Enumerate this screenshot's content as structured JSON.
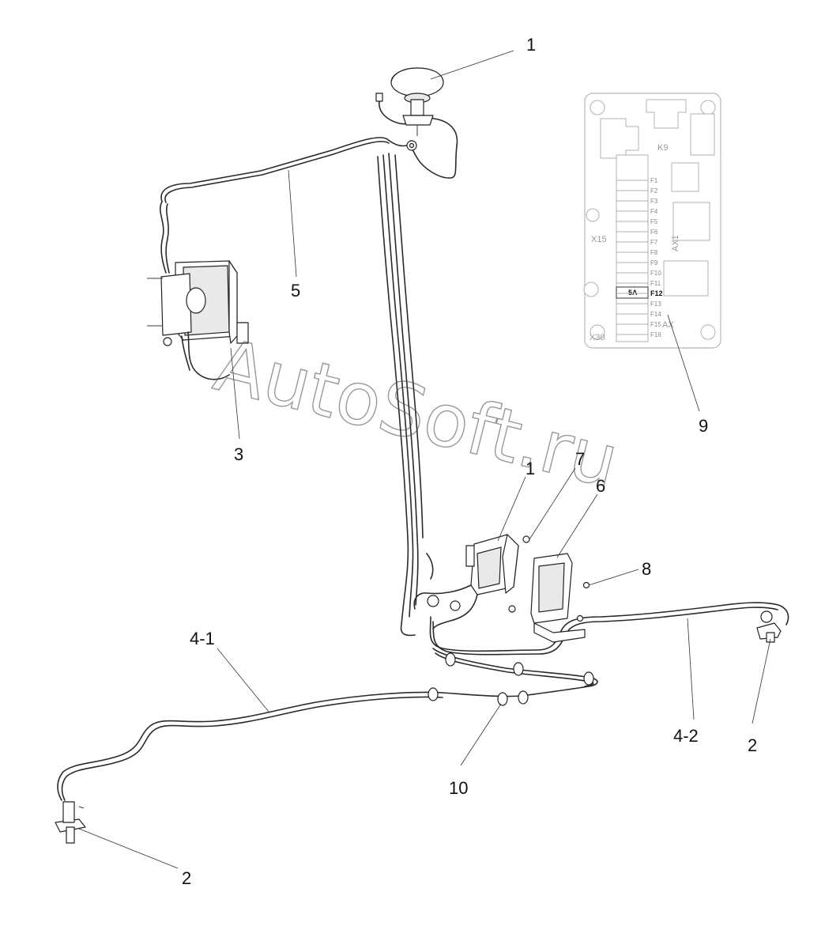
{
  "watermark": "AutoSoft.ru",
  "callouts": {
    "c1_top": "1",
    "c1_mid": "1",
    "c2_left": "2",
    "c2_right": "2",
    "c3": "3",
    "c4_1": "4-1",
    "c4_2": "4-2",
    "c5": "5",
    "c6": "6",
    "c7": "7",
    "c8": "8",
    "c9": "9",
    "c10": "10"
  },
  "fuse_box": {
    "relay_label": "K9",
    "connectors": {
      "x15": "X15",
      "x30": "X30",
      "ax1": "AX1",
      "ax": "AX"
    },
    "fuses": [
      "F1",
      "F2",
      "F3",
      "F4",
      "F5",
      "F6",
      "F7",
      "F8",
      "F9",
      "F10",
      "F11",
      "F12",
      "F13",
      "F14",
      "F15",
      "F16"
    ],
    "highlight_fuse": "F12",
    "highlight_rating": "5A"
  },
  "colors": {
    "line": "#2a2a2a",
    "fusebox_line": "#b0b0b0",
    "background": "#ffffff"
  }
}
